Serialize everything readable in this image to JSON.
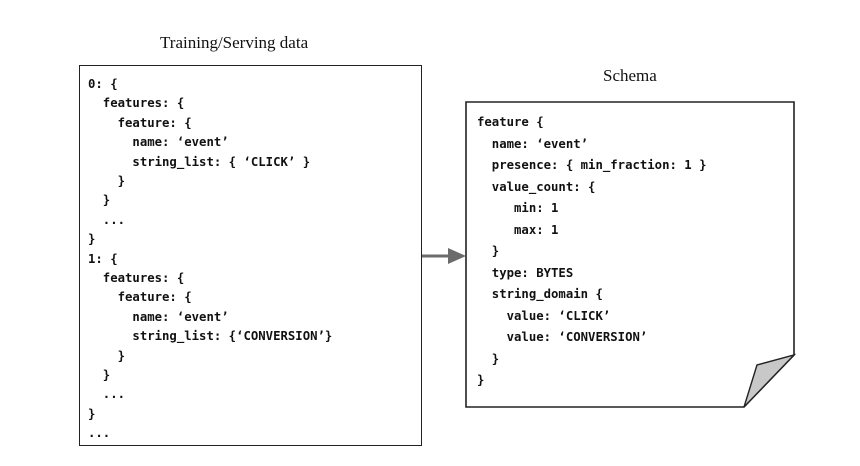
{
  "left": {
    "title": "Training/Serving data",
    "lines": [
      "0: {",
      "  features: {",
      "    feature: {",
      "      name: ‘event’",
      "      string_list: { ‘CLICK’ }",
      "    }",
      "  }",
      "  ...",
      "}",
      "1: {",
      "  features: {",
      "    feature: {",
      "      name: ‘event’",
      "      string_list: {‘CONVERSION’}",
      "    }",
      "  }",
      "  ...",
      "}",
      "..."
    ]
  },
  "right": {
    "title": "Schema",
    "lines": [
      "feature {",
      "  name: ‘event’",
      "  presence: { min_fraction: 1 }",
      "  value_count: {",
      "     min: 1",
      "     max: 1",
      "  }",
      "  type: BYTES",
      "  string_domain {",
      "    value: ‘CLICK’",
      "    value: ‘CONVERSION’",
      "  }",
      "}"
    ]
  },
  "colors": {
    "arrow": "#6b6b6b",
    "fold": "#c8c8c8",
    "border": "#222222"
  }
}
